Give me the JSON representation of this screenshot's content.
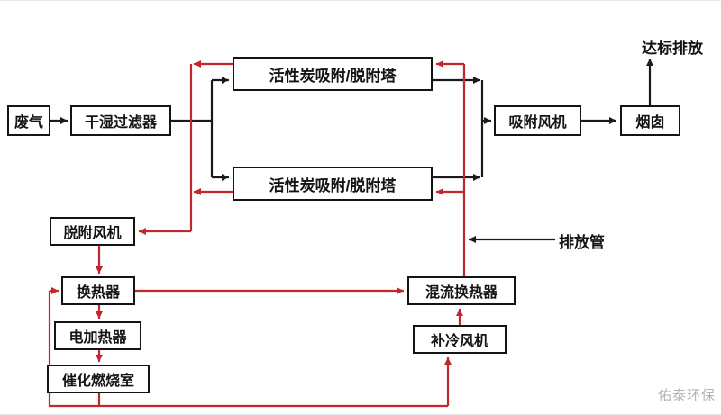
{
  "diagram": {
    "title_domain": "waste-gas-treatment-process-flow",
    "nodes": {
      "waste_gas": {
        "label": "废气"
      },
      "filter": {
        "label": "干湿过滤器"
      },
      "tower_top": {
        "label": "活性炭吸附/脱附塔"
      },
      "tower_bottom": {
        "label": "活性炭吸附/脱附塔"
      },
      "adsorption_fan": {
        "label": "吸附风机"
      },
      "chimney": {
        "label": "烟囱"
      },
      "desorption_fan": {
        "label": "脱附风机"
      },
      "heat_exchanger": {
        "label": "换热器"
      },
      "electric_heater": {
        "label": "电加热器"
      },
      "catalytic_chamber": {
        "label": "催化燃烧室"
      },
      "mixed_flow_exchanger": {
        "label": "混流换热器"
      },
      "cooling_fan": {
        "label": "补冷风机"
      }
    },
    "labels": {
      "compliant_discharge": "达标排放",
      "discharge_pipe": "排放管"
    },
    "watermark": "佑泰环保",
    "colors": {
      "line_black": "#1a1a1a",
      "line_red": "#c1272d",
      "box_border": "#141414",
      "background": "#ffffff",
      "watermark_gray": "#b5b3b0"
    }
  }
}
